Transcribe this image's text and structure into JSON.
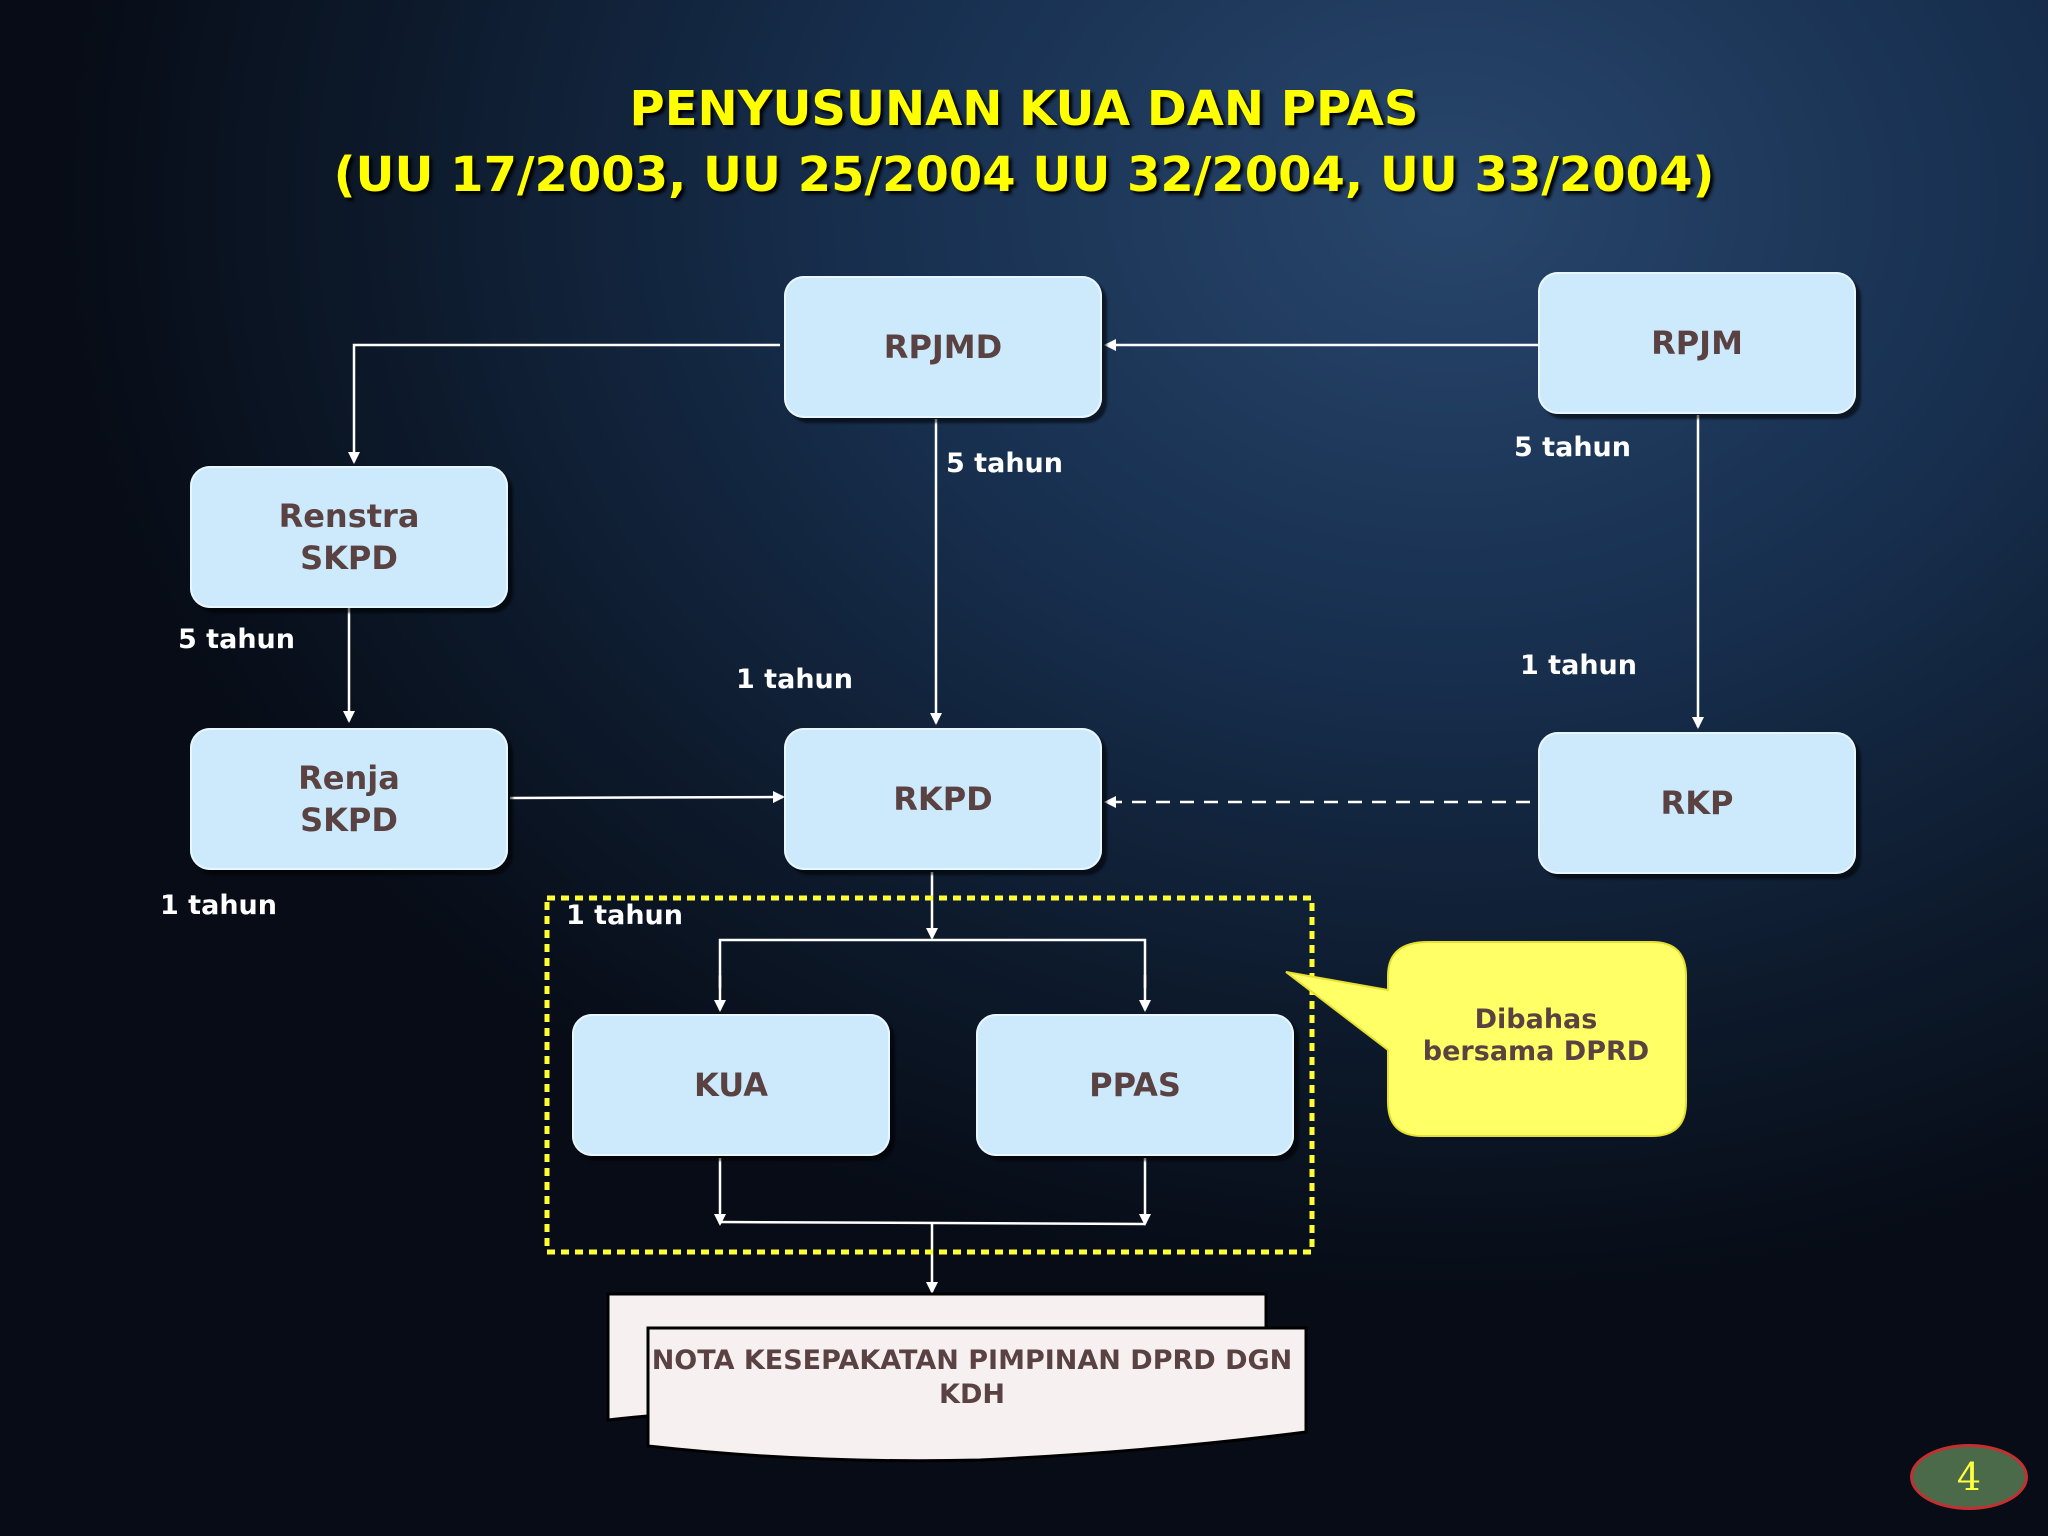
{
  "title": {
    "line1": "PENYUSUNAN KUA DAN PPAS",
    "line2": "(UU 17/2003, UU 25/2004 UU 32/2004, UU 33/2004)"
  },
  "nodes": {
    "rpjmd": "RPJMD",
    "rpjm": "RPJM",
    "renstra_skpd": "Renstra\nSKPD",
    "renja_skpd": "Renja\nSKPD",
    "rkpd": "RKPD",
    "rkp": "RKP",
    "kua": "KUA",
    "ppas": "PPAS"
  },
  "labels": {
    "rpjmd_5": "5 tahun",
    "rpjm_5": "5 tahun",
    "renstra_5": "5 tahun",
    "rkpd_1": "1 tahun",
    "rkp_1": "1 tahun",
    "renja_1": "1 tahun",
    "kua_ppas_1": "1 tahun"
  },
  "callout": "Dibahas\nbersama DPRD",
  "document": "NOTA KESEPAKATAN PIMPINAN DPRD DGN KDH",
  "page_number": "4",
  "colors": {
    "title": "#ffff00",
    "node_fill": "#cdeafc",
    "node_text": "#5a4242",
    "callout_fill": "#ffff66",
    "dashed_group": "#ffff33"
  }
}
